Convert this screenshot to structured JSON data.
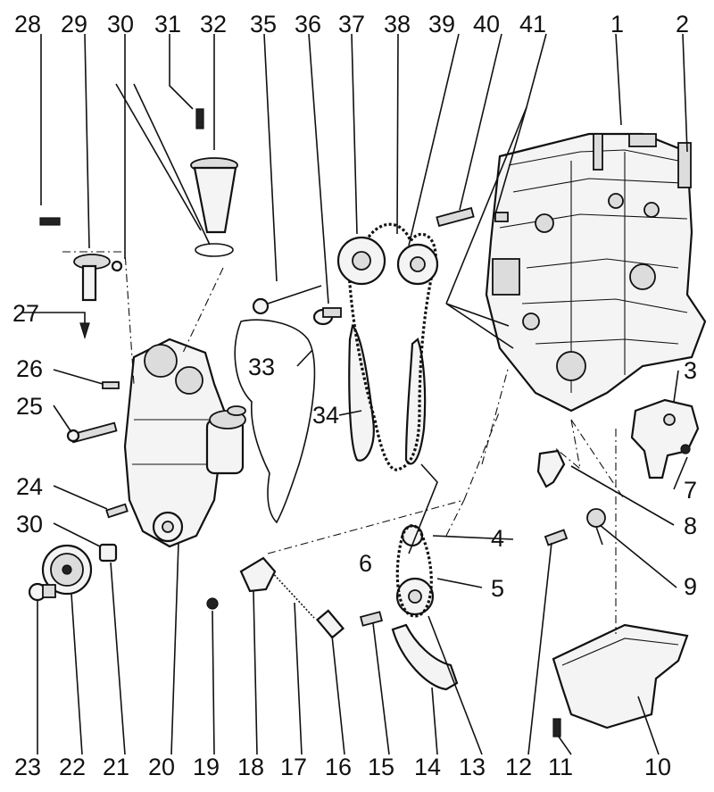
{
  "diagram": {
    "callouts": {
      "top": [
        "28",
        "29",
        "30",
        "31",
        "32",
        "35",
        "36",
        "37",
        "38",
        "39",
        "40",
        "41",
        "1",
        "2"
      ],
      "bottom": [
        "23",
        "22",
        "21",
        "20",
        "19",
        "18",
        "17",
        "16",
        "15",
        "14",
        "13",
        "12",
        "11",
        "10"
      ],
      "left": [
        "27",
        "26",
        "25",
        "24",
        "30"
      ],
      "right": [
        "3",
        "7",
        "8",
        "4",
        "9",
        "5"
      ],
      "inner": [
        "33",
        "34",
        "6"
      ]
    }
  }
}
